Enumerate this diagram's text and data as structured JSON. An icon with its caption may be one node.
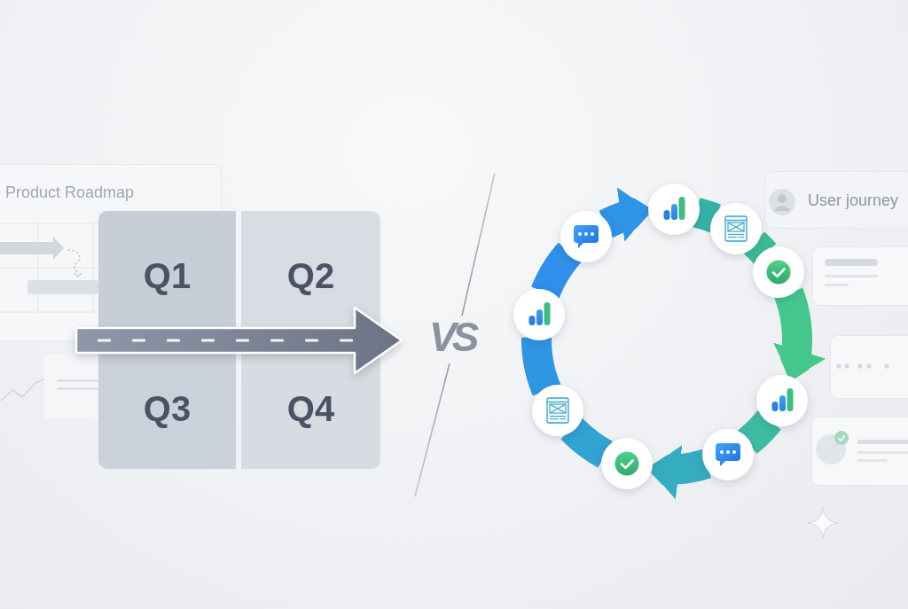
{
  "diagram": {
    "nodes": [
      {
        "text": [
          "Product Roadmap"
        ]
      },
      {
        "text": [
          "Q1"
        ]
      },
      {
        "text": [
          "Q2"
        ]
      },
      {
        "text": [
          "Q3"
        ]
      },
      {
        "text": [
          "Q4"
        ]
      },
      {
        "text": [],
        "shape": "circle"
      },
      {
        "text": [],
        "shape": "circle"
      },
      {
        "text": [],
        "shape": "circle"
      },
      {
        "text": [],
        "shape": "circle"
      },
      {
        "text": [],
        "shape": "circle"
      },
      {
        "text": [],
        "shape": "circle"
      },
      {
        "text": [],
        "shape": "circle"
      },
      {
        "text": [],
        "shape": "circle"
      },
      {
        "text": [],
        "shape": "circle"
      },
      {
        "text": [
          "User journey"
        ]
      }
    ],
    "edges": [
      {
        "from": 5,
        "to": 6,
        "arrow": "none",
        "color": "#33b2aa"
      },
      {
        "from": 6,
        "to": 7,
        "arrow": "none",
        "color": "#3bbd96"
      },
      {
        "from": 7,
        "to": 8,
        "arrow": "to",
        "color": "#45c78c"
      },
      {
        "from": 8,
        "to": 9,
        "arrow": "none",
        "color": "#3dbca2"
      },
      {
        "from": 9,
        "to": 10,
        "arrow": "to",
        "color": "#35adc0"
      },
      {
        "from": 10,
        "to": 11,
        "arrow": "none",
        "color": "#31a2d2"
      },
      {
        "from": 11,
        "to": 12,
        "arrow": "none",
        "color": "#2f96e2"
      },
      {
        "from": 12,
        "to": 13,
        "arrow": "none",
        "color": "#2f8fea"
      },
      {
        "from": 13,
        "to": 5,
        "arrow": "to",
        "color": "#2f93e6"
      }
    ],
    "labels": [
      "VS"
    ]
  }
}
